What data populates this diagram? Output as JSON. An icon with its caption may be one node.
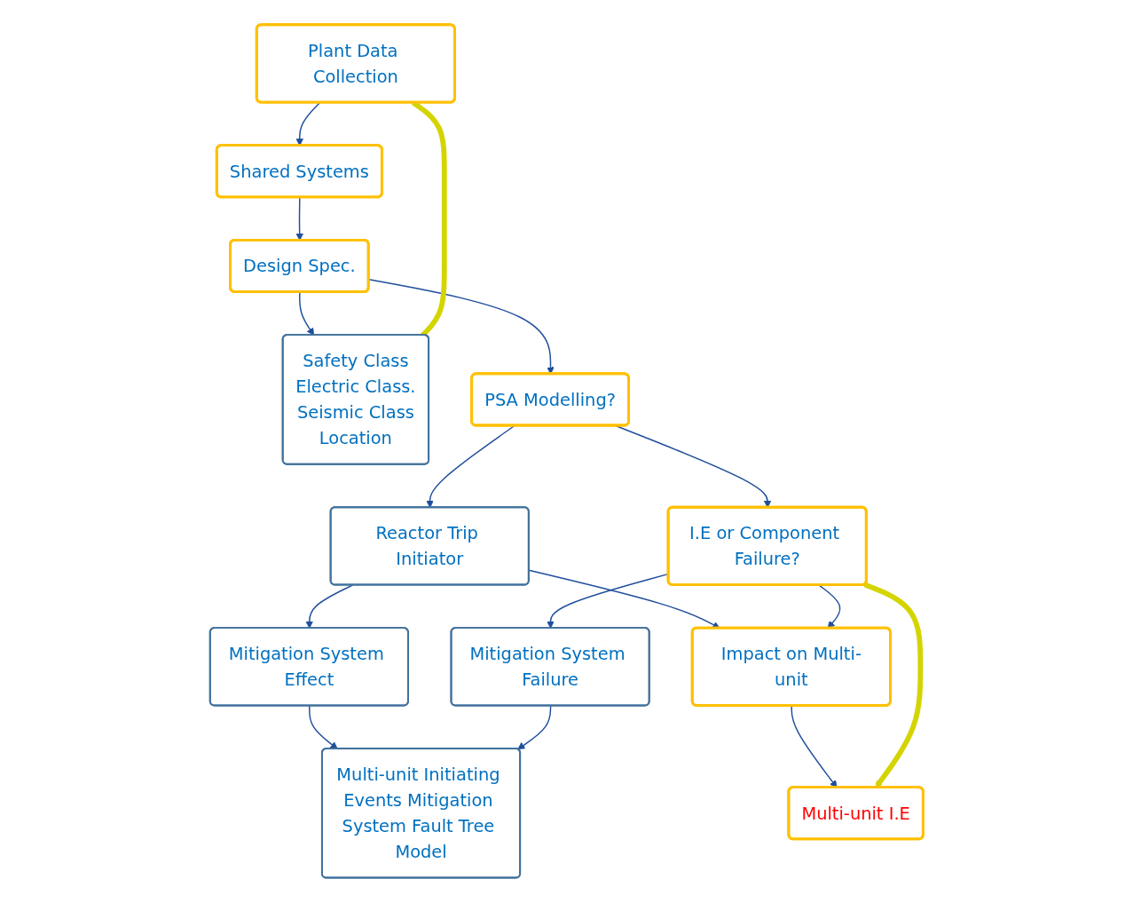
{
  "diagram": {
    "nodes": [
      {
        "text": [
          "Plant Data Collection"
        ]
      },
      {
        "text": [
          "Shared Systems"
        ]
      },
      {
        "text": [
          "Design Spec."
        ]
      },
      {
        "text": [
          "Safety Class",
          "Electric Class.",
          "Seismic Class",
          "Location"
        ]
      },
      {
        "text": [
          "PSA Modelling?"
        ]
      },
      {
        "text": [
          "Reactor Trip Initiator"
        ]
      },
      {
        "text": [
          "I.E or Component Failure?"
        ]
      },
      {
        "text": [
          "Mitigation System Effect"
        ]
      },
      {
        "text": [
          "Impact on Multi-unit"
        ]
      },
      {
        "text": [
          "Mitigation System Failure"
        ]
      },
      {
        "text": [
          "Multi-unit I.E"
        ]
      },
      {
        "text": [
          "Multi-unit Initiating Events Mitigation System Fault Tree Model"
        ]
      }
    ],
    "edges": [
      {
        "from": 0,
        "to": 1,
        "arrow": "to"
      },
      {
        "from": 1,
        "to": 2,
        "arrow": "to"
      },
      {
        "from": 2,
        "to": 3,
        "arrow": "to"
      },
      {
        "from": 2,
        "to": 4,
        "arrow": "to"
      },
      {
        "from": 4,
        "to": 5,
        "arrow": "to"
      },
      {
        "from": 4,
        "to": 6,
        "arrow": "to"
      },
      {
        "from": 5,
        "to": 7,
        "arrow": "to"
      },
      {
        "from": 5,
        "to": 8,
        "arrow": "to"
      },
      {
        "from": 6,
        "to": 8,
        "arrow": "to"
      },
      {
        "from": 6,
        "to": 9,
        "arrow": "to"
      },
      {
        "from": 8,
        "to": 10,
        "arrow": "to"
      },
      {
        "from": 7,
        "to": 11,
        "arrow": "to"
      },
      {
        "from": 9,
        "to": 11,
        "arrow": "to"
      },
      {
        "from": 0,
        "to": 3,
        "arrow": "none",
        "style": "thick",
        "color": "#d4d400"
      },
      {
        "from": 6,
        "to": 10,
        "arrow": "to",
        "style": "thick",
        "color": "#d4d400"
      }
    ]
  }
}
